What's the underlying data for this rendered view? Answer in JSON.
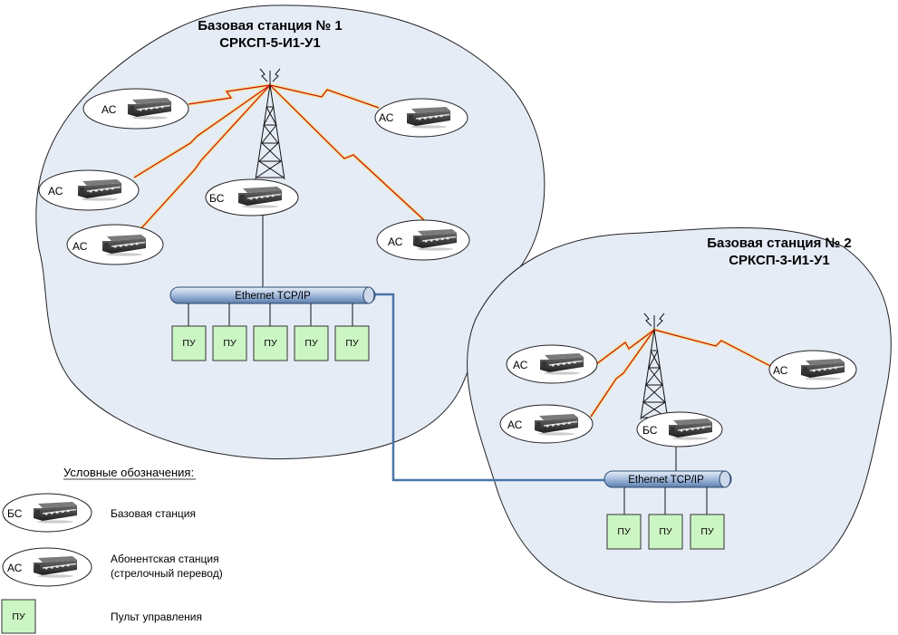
{
  "station1": {
    "title_line1": "Базовая станция № 1",
    "title_line2": "СРКСП-5-И1-У1",
    "bs_label": "БС",
    "as_label": "АС",
    "bus_label": "Ethernet TCP/IP",
    "pu_label": "ПУ"
  },
  "station2": {
    "title_line1": "Базовая станция № 2",
    "title_line2": "СРКСП-3-И1-У1",
    "bs_label": "БС",
    "as_label": "АС",
    "bus_label": "Ethernet TCP/IP",
    "pu_label": "ПУ"
  },
  "legend": {
    "heading": "Условные обозначения:",
    "bs_symbol": "БС",
    "bs_text": "Базовая станция",
    "as_symbol": "АС",
    "as_text_line1": "Абонентская станция",
    "as_text_line2": "(стрелочный перевод)",
    "pu_symbol": "ПУ",
    "pu_text": "Пульт управления"
  },
  "colors": {
    "cloud_fill": "#e6ecf6",
    "radio_link": "#cc1111",
    "radio_glow": "#f3e27a",
    "bus_fill": "#9fb7d8",
    "uplink": "#4a76a8",
    "pu_fill": "#ccf5c4"
  }
}
